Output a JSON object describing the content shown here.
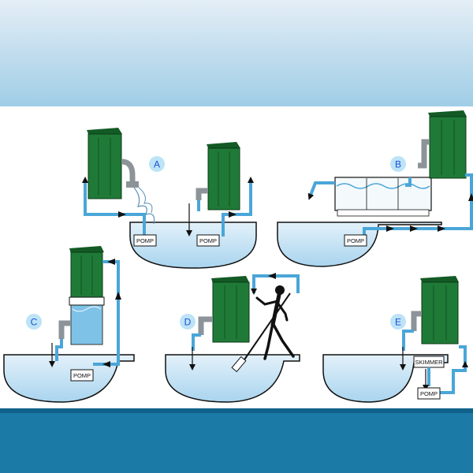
{
  "colors": {
    "top_gradient_start": "#e4eef6",
    "top_gradient_end": "#9fcde6",
    "bottom_band": "#1b7ba6",
    "bottom_band_dark": "#11628a",
    "filter_green": "#1f7a37",
    "filter_green_dark": "#135a25",
    "pipe_blue": "#4aa6d8",
    "pipe_outline": "#1a3a55",
    "pipe_grey": "#8c9399",
    "water_light": "#e3f1fa",
    "water_mid": "#a9d4ee",
    "label_circle": "#bde3f7",
    "label_text": "#1a4fd6"
  },
  "icons": [
    "filter-unit-icon",
    "pump-icon",
    "skimmer-icon",
    "person-cleaning-icon",
    "arrow-icon"
  ],
  "setups": [
    {
      "id": "A",
      "pumps": [
        "POMP",
        "POMP"
      ]
    },
    {
      "id": "B",
      "pumps": [
        "POMP"
      ]
    },
    {
      "id": "C",
      "pumps": [
        "POMP"
      ]
    },
    {
      "id": "D",
      "pumps": []
    },
    {
      "id": "E",
      "pumps": [
        "POMP"
      ],
      "skimmer": "SKIMMER"
    }
  ]
}
